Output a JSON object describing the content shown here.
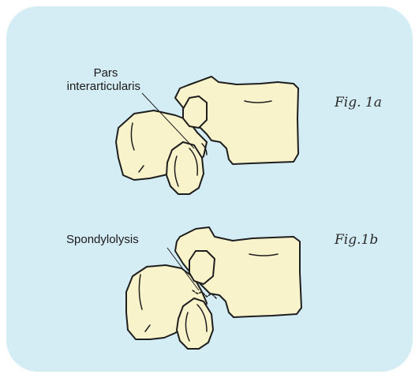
{
  "labels": {
    "pars_line1": "Pars",
    "pars_line2": "interarticularis",
    "spondylolysis": "Spondylolysis"
  },
  "figures": {
    "fig1a": "Fig. 1a",
    "fig1b": "Fig.1b"
  },
  "colors": {
    "panel_background": "#d4ecf3",
    "bone_fill": "#f9f3cc",
    "outline": "#1e1e1e"
  }
}
